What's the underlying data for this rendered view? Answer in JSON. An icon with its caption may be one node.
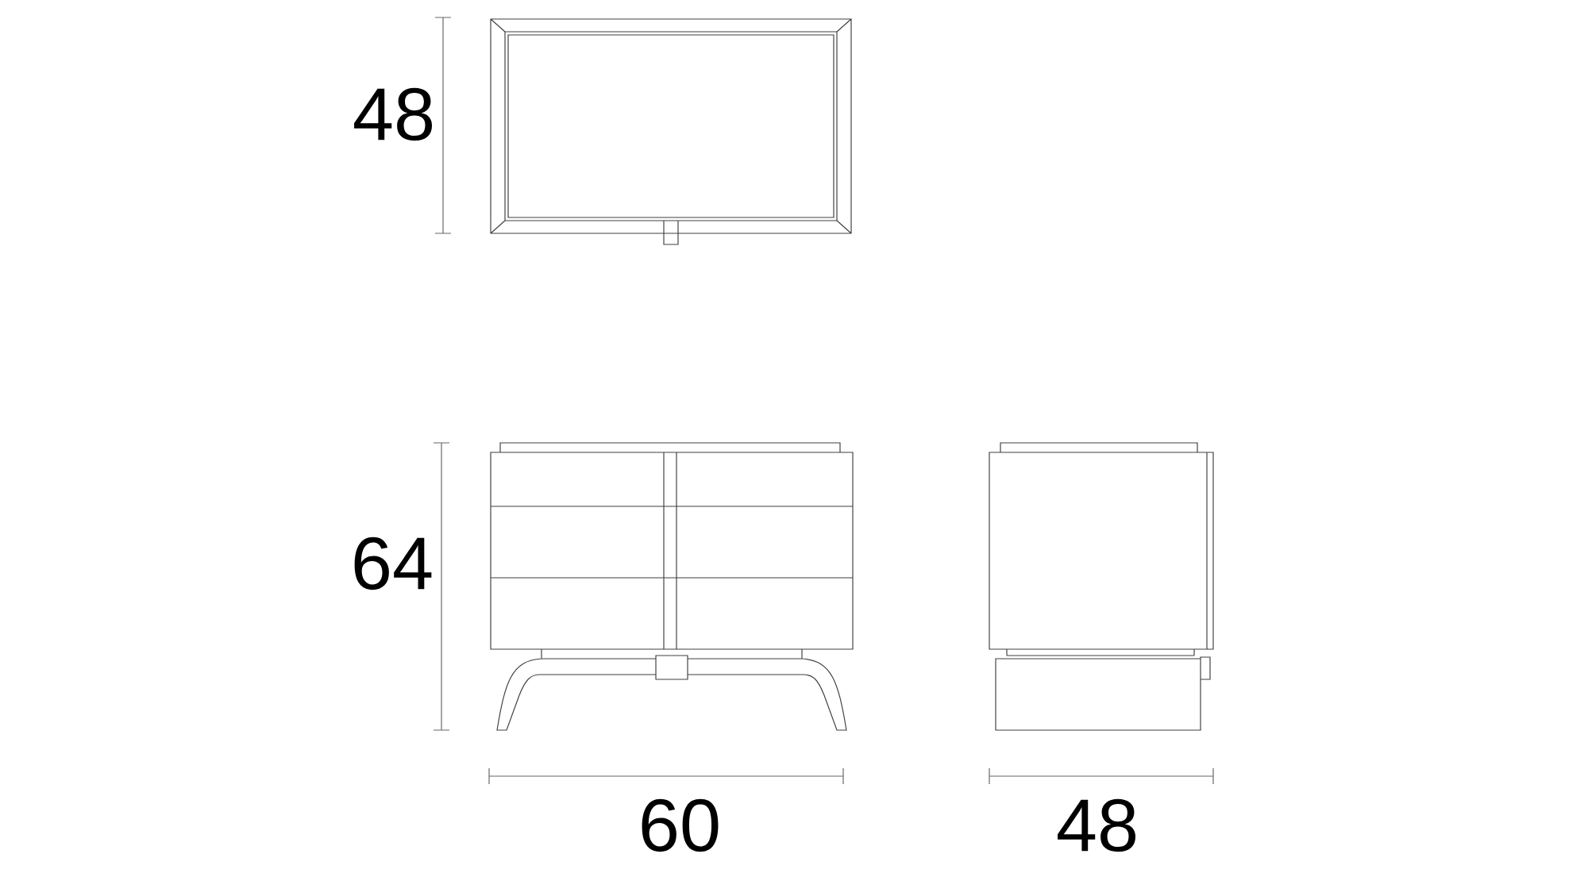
{
  "diagram": {
    "labels": [
      "48",
      "64",
      "60",
      "48"
    ]
  }
}
